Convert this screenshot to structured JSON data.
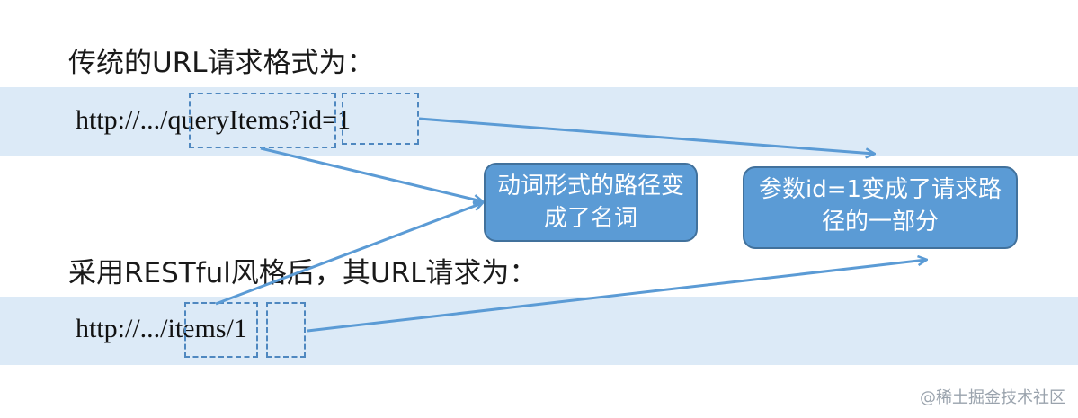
{
  "heading_traditional": "传统的URL请求格式为：",
  "heading_restful": "采用RESTful风格后，其URL请求为：",
  "url_traditional": {
    "prefix": "http://.../",
    "path": "queryItems",
    "param": "?id=1"
  },
  "url_restful": {
    "prefix": "http://.../",
    "path": "items/",
    "param": "1"
  },
  "callout_verb": "动词形式的路径变成了名词",
  "callout_param": "参数id=1变成了请求路径的一部分",
  "watermark": "@稀土掘金技术社区",
  "colors": {
    "band": "#dceaf7",
    "callout_fill": "#5b9bd5",
    "arrow": "#5b9bd5",
    "dash": "#4f88c0"
  }
}
